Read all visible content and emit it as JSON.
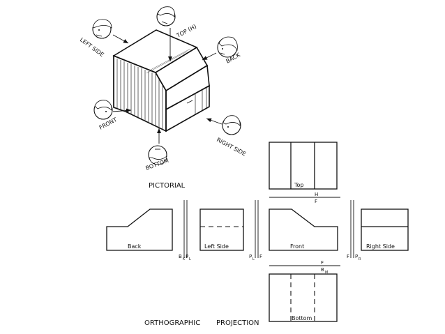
{
  "pictorial": {
    "caption": "PICTORIAL",
    "view_labels": {
      "top": "TOP (H)",
      "left_side": "LEFT SIDE",
      "back": "BACK",
      "front": "FRONT",
      "bottom": "BOTTOM",
      "right_side": "RIGHT SIDE"
    }
  },
  "orthographic": {
    "caption_1": "ORTHOGRAPHIC",
    "caption_2": "PROJECTION",
    "views": {
      "top": "Top",
      "back": "Back",
      "left_side": "Left Side",
      "front": "Front",
      "right_side": "Right Side",
      "bottom": "Bottom"
    },
    "fold_lines": {
      "h_top": "H",
      "f_top": "F",
      "f_bottom": "F",
      "b_bottom": "B",
      "b_bottom_sub": "M",
      "b_left": "B",
      "b_left_sub": "K",
      "p_left": "P",
      "p_left_sub": "L",
      "p_mid": "P",
      "p_mid_sub": "L",
      "f_mid": "F",
      "f_right": "F",
      "p_right": "P",
      "p_right_sub": "R"
    }
  }
}
